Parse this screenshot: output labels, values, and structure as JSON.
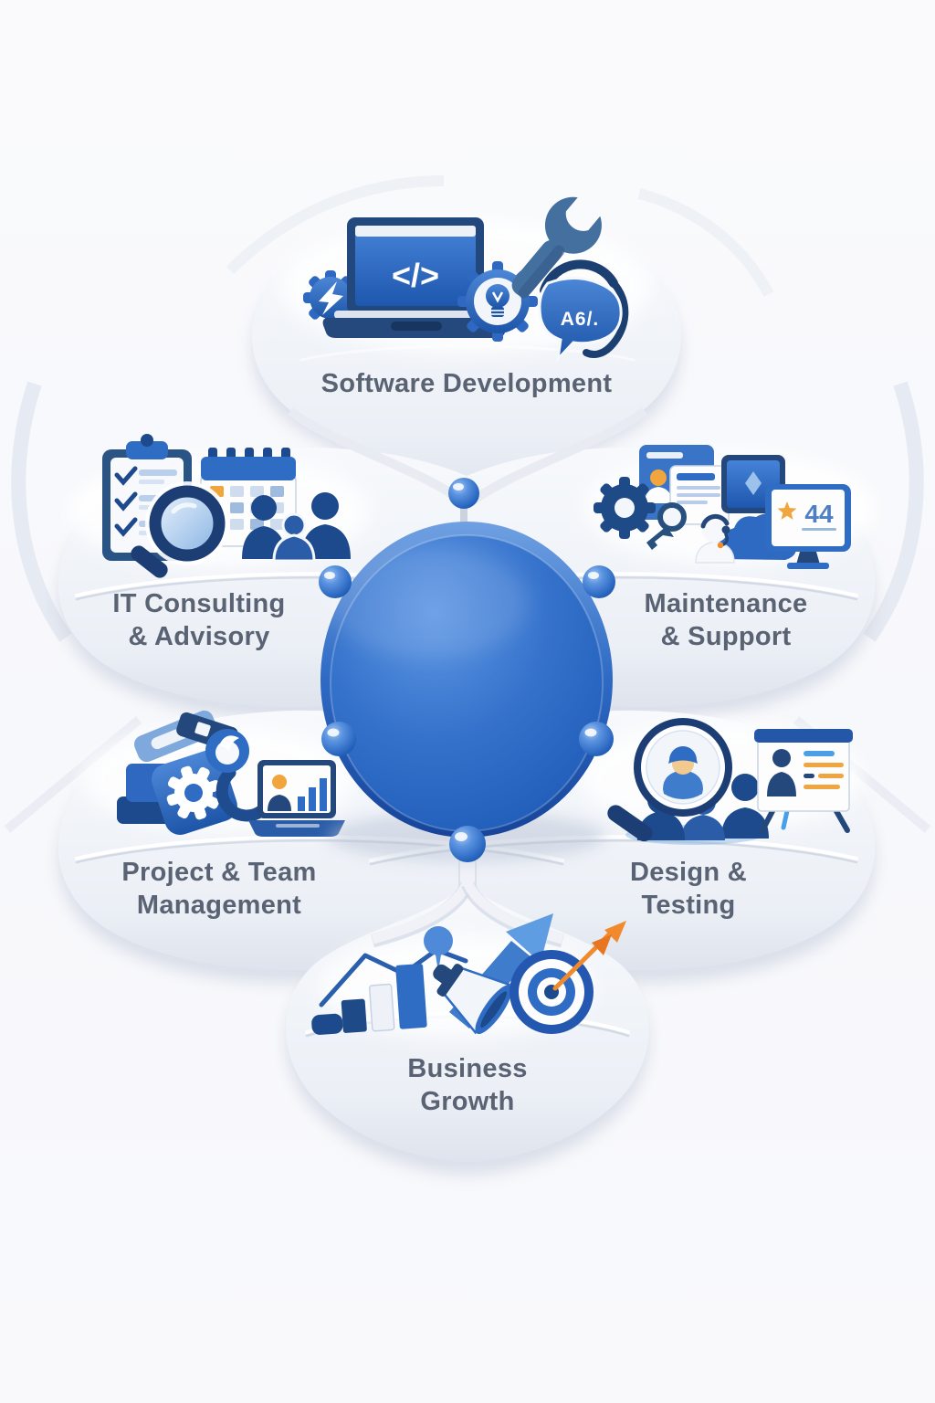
{
  "diagram": {
    "type": "radial-petal-infographic",
    "center": {
      "shape": "blue-glossy-circle-hub",
      "connector_nodes": 6
    },
    "petals": [
      {
        "id": "software-development",
        "label": "Software Development",
        "position": "top",
        "icons": [
          "code-laptop-icon",
          "gear-bolt-icon",
          "lightbulb-gear-icon",
          "wrench-icon",
          "support-chat-bubble-icon"
        ]
      },
      {
        "id": "it-consulting-advisory",
        "label": "IT Consulting\n& Advisory",
        "position": "upper-left",
        "icons": [
          "clipboard-checklist-icon",
          "calendar-icon",
          "magnifier-icon",
          "team-icon"
        ]
      },
      {
        "id": "maintenance-support",
        "label": "Maintenance\n& Support",
        "position": "upper-right",
        "icons": [
          "browser-card-icon",
          "document-card-icon",
          "tablet-icon",
          "gear-icon",
          "key-icon",
          "cloud-icon",
          "support-agent-icon",
          "rating-monitor-icon"
        ]
      },
      {
        "id": "project-team-management",
        "label": "Project & Team\nManagement",
        "position": "lower-left",
        "icons": [
          "blocks-arm-icon",
          "gear-tile-icon",
          "wrench-ring-icon",
          "avatar-icon",
          "chart-laptop-icon"
        ]
      },
      {
        "id": "design-testing",
        "label": "Design &\nTesting",
        "position": "lower-right",
        "icons": [
          "profile-magnifier-icon",
          "team-icon",
          "presentation-board-icon"
        ]
      },
      {
        "id": "business-growth",
        "label": "Business\nGrowth",
        "position": "bottom",
        "icons": [
          "bar-chart-icon",
          "trend-line-icon",
          "megaphone-icon",
          "growth-arrow-icon",
          "target-dart-icon"
        ]
      }
    ],
    "icon_texts": {
      "code_glyph": "</>",
      "chat_bubble": "A6/.",
      "monitor_rating": "44"
    },
    "colors": {
      "background": "#f9f9fc",
      "petal_face": "#eef1f7",
      "petal_edge": "#d3d9e5",
      "hub_blue": "#2f6cc6",
      "hub_rim": "#1d50a8",
      "navy": "#1e4a8c",
      "accent_blue": "#2f6cc4",
      "light_blue": "#8fb9e6",
      "orange": "#f0a53e",
      "label_text": "#5a6373"
    }
  }
}
